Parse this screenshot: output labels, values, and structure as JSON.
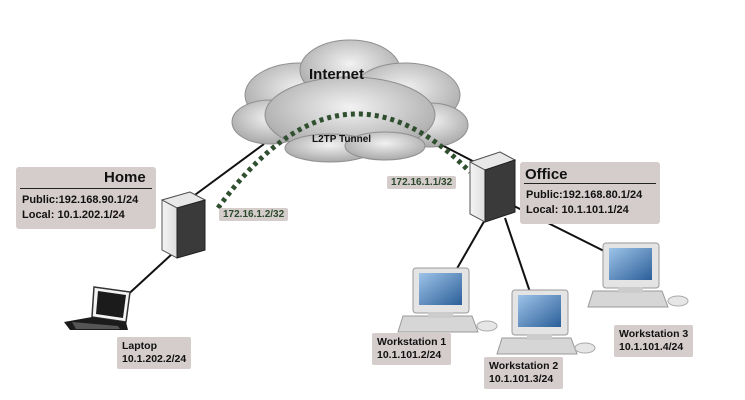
{
  "cloud": {
    "label": "Internet"
  },
  "tunnel": {
    "label": "L2TP Tunnel"
  },
  "home": {
    "title": "Home",
    "public": "Public:192.168.90.1/24",
    "local": "Local: 10.1.202.1/24",
    "tunnel_ip": "172.16.1.2/32"
  },
  "office": {
    "title": "Office",
    "public": "Public:192.168.80.1/24",
    "local": "Local: 10.1.101.1/24",
    "tunnel_ip": "172.16.1.1/32"
  },
  "laptop": {
    "name": "Laptop",
    "ip": "10.1.202.2/24"
  },
  "workstations": [
    {
      "name": "Workstation 1",
      "ip": "10.1.101.2/24"
    },
    {
      "name": "Workstation 2",
      "ip": "10.1.101.3/24"
    },
    {
      "name": "Workstation 3",
      "ip": "10.1.101.4/24"
    }
  ],
  "colors": {
    "label_bg": "#d5cccc",
    "tunnel": "#2f4f2f",
    "cloud": "#c9c9c9"
  }
}
